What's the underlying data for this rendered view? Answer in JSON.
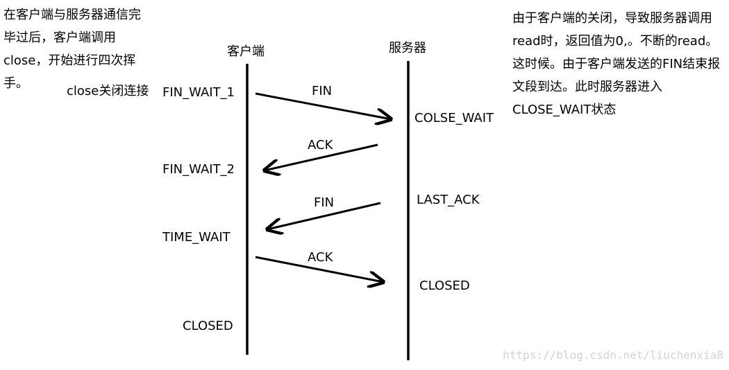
{
  "labels": {
    "client": "客户端",
    "server": "服务器",
    "close_action": "close关闭连接"
  },
  "notes": {
    "left": "在客户端与服务器通信完毕过后，客户端调用close，开始进行四次挥手。",
    "right": "由于客户端的关闭，导致服务器调用read时，返回值为0,。不断的read。这时候。由于客户端发送的FIN结束报文段到达。此时服务器进入CLOSE_WAIT状态"
  },
  "client_states": {
    "fin_wait_1": "FIN_WAIT_1",
    "fin_wait_2": "FIN_WAIT_2",
    "time_wait": "TIME_WAIT",
    "closed": "CLOSED"
  },
  "server_states": {
    "close_wait": "COLSE_WAIT",
    "last_ack": "LAST_ACK",
    "closed": "CLOSED"
  },
  "messages": {
    "fin_1": "FIN",
    "ack_1": "ACK",
    "fin_2": "FIN",
    "ack_2": "ACK"
  },
  "watermark": "https://blog.csdn.net/liuchenxia8"
}
